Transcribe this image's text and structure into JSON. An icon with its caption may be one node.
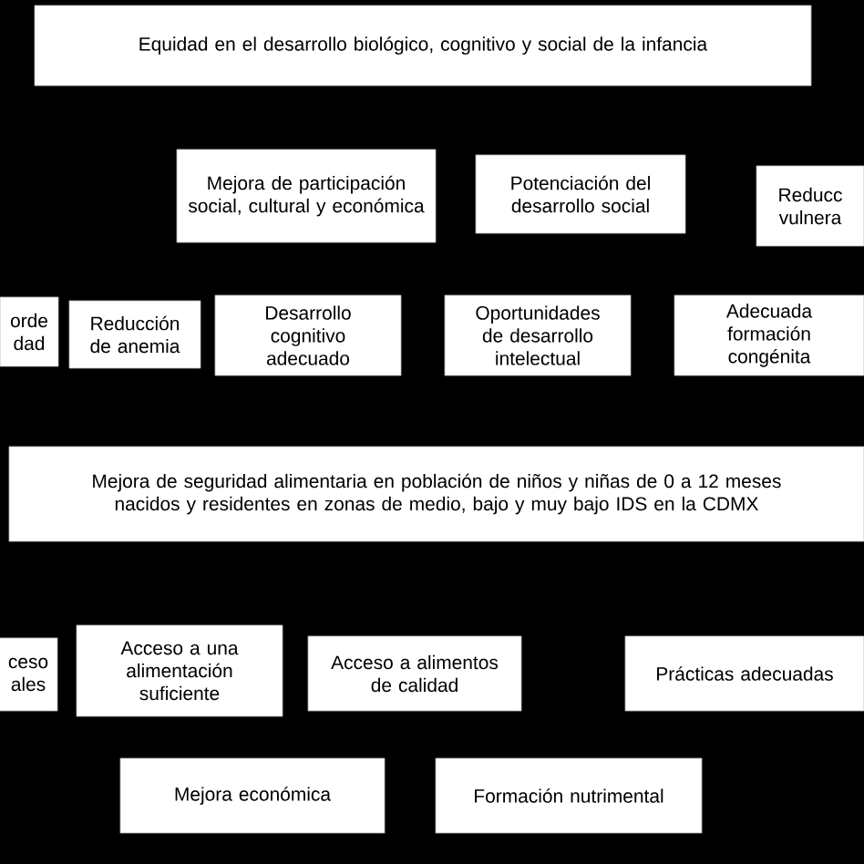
{
  "diagram": {
    "nodes": [
      {
        "text": [
          "Equidad en el desarrollo biológico, cognitivo y social de la infancia"
        ]
      },
      {
        "text": [
          "Mejora de participación social, cultural y económica"
        ]
      },
      {
        "text": [
          "Potenciación del desarrollo social"
        ]
      },
      {
        "text": [
          "Reducc vulnera"
        ]
      },
      {
        "text": [
          "orde dad"
        ]
      },
      {
        "text": [
          "Reducción de anemia"
        ]
      },
      {
        "text": [
          "Desarrollo cognitivo adecuado"
        ]
      },
      {
        "text": [
          "Oportunidades de desarrollo intelectual"
        ]
      },
      {
        "text": [
          "Adecuada formación congénita"
        ]
      },
      {
        "text": [
          "Mejora de seguridad alimentaria en población de niños y niñas de 0 a 12 meses nacidos y residentes en zonas de medio, bajo y muy bajo IDS en la CDMX"
        ]
      },
      {
        "text": [
          "ceso ales"
        ]
      },
      {
        "text": [
          "Acceso a una alimentación suficiente"
        ]
      },
      {
        "text": [
          "Acceso a alimentos de calidad"
        ]
      },
      {
        "text": [
          "Prácticas adecuadas"
        ]
      },
      {
        "text": [
          "Mejora económica"
        ]
      },
      {
        "text": [
          "Formación nutrimental"
        ]
      }
    ]
  }
}
